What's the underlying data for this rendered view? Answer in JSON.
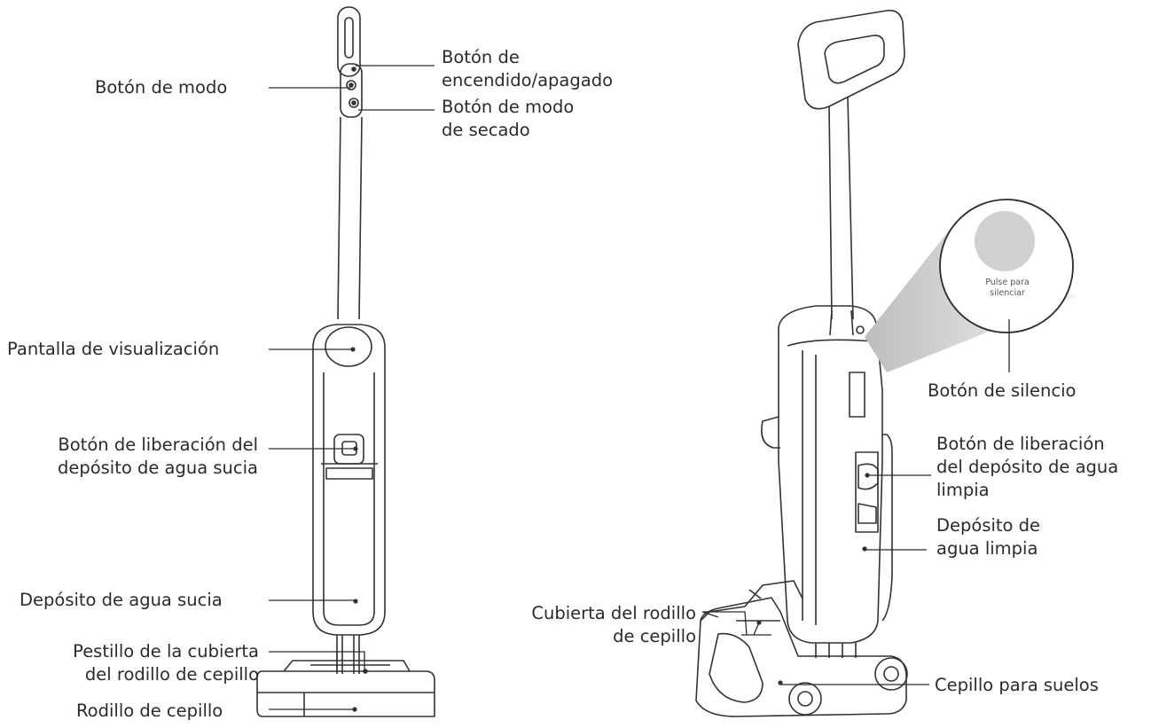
{
  "labels": {
    "power_button": [
      "Botón de",
      "encendido/apagado"
    ],
    "mode_button": "Botón de modo",
    "dry_mode_button": [
      "Botón de modo",
      "de secado"
    ],
    "display_screen": "Pantalla de visualización",
    "dirty_tank_release": [
      "Botón de liberación del",
      "depósito de agua sucia"
    ],
    "dirty_water_tank": "Depósito de agua sucia",
    "brush_cover_latch": [
      "Pestillo de la cubierta",
      "del rodillo de cepillo"
    ],
    "brush_roller": "Rodillo de cepillo",
    "mute_button": "Botón de silencio",
    "mute_hint": [
      "Pulse para",
      "silenciar"
    ],
    "clean_tank_release": [
      "Botón de liberación",
      "del depósito de agua",
      "limpia"
    ],
    "clean_water_tank": [
      "Depósito de",
      "agua limpia"
    ],
    "brush_roller_cover": [
      "Cubierta del rodillo",
      "de cepillo"
    ],
    "floor_brush": "Cepillo para suelos"
  },
  "colors": {
    "line": "#2b2b2b",
    "callout_grey": "#d9d9d9",
    "mute_button_fill": "#d0d0d0"
  }
}
